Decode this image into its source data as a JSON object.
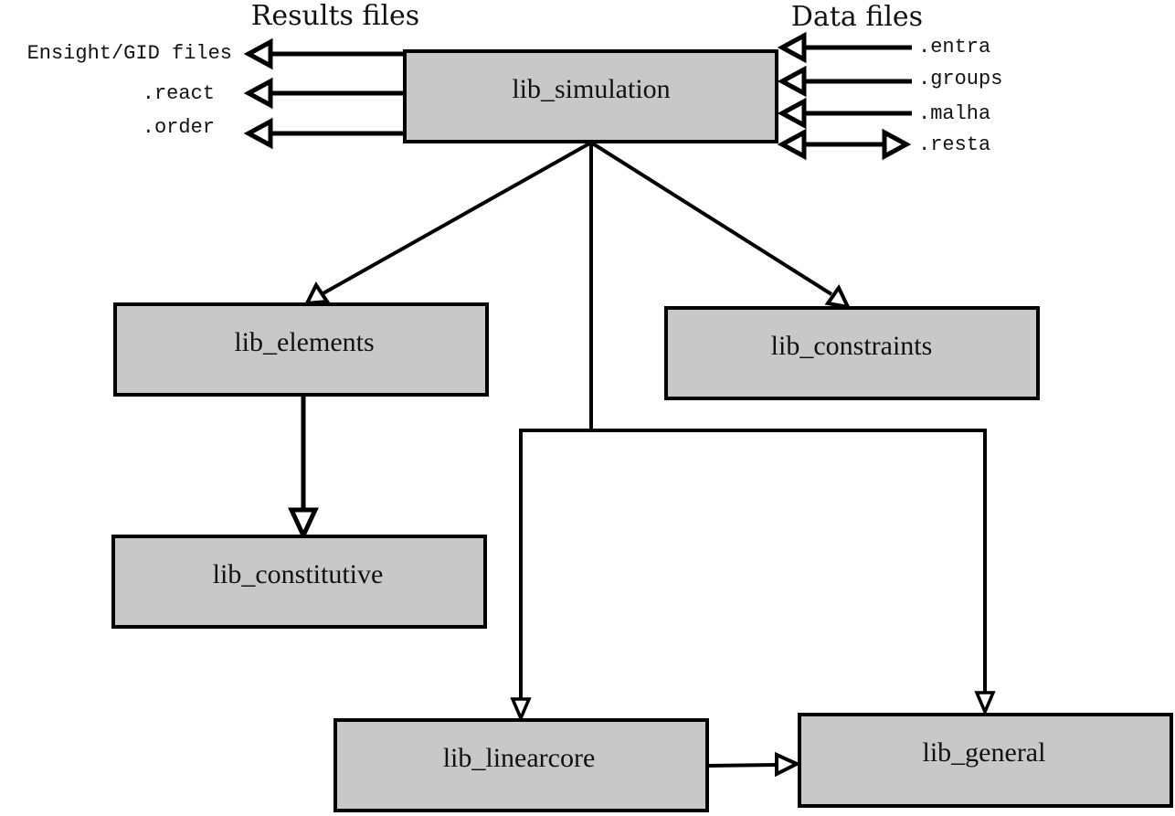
{
  "headers": {
    "results": "Results files",
    "data": "Data files"
  },
  "result_files": [
    {
      "label": "Ensight/GID files"
    },
    {
      "label": ".react"
    },
    {
      "label": ".order"
    }
  ],
  "data_files": [
    {
      "label": ".entra",
      "bidirectional": false
    },
    {
      "label": ".groups",
      "bidirectional": false
    },
    {
      "label": ".malha",
      "bidirectional": false
    },
    {
      "label": ".resta",
      "bidirectional": true
    }
  ],
  "modules": {
    "simulation": "lib_simulation",
    "elements": "lib_elements",
    "constraints": "lib_constraints",
    "constitutive": "lib_constitutive",
    "linearcore": "lib_linearcore",
    "general": "lib_general"
  },
  "edges": [
    {
      "from": "lib_simulation",
      "to": "lib_elements"
    },
    {
      "from": "lib_simulation",
      "to": "lib_constraints"
    },
    {
      "from": "lib_simulation",
      "to": "lib_linearcore"
    },
    {
      "from": "lib_simulation",
      "to": "lib_general"
    },
    {
      "from": "lib_elements",
      "to": "lib_constitutive"
    },
    {
      "from": "lib_linearcore",
      "to": "lib_general"
    }
  ],
  "colors": {
    "box_fill": "#c8c8c8",
    "stroke": "#000000",
    "background": "#ffffff"
  }
}
